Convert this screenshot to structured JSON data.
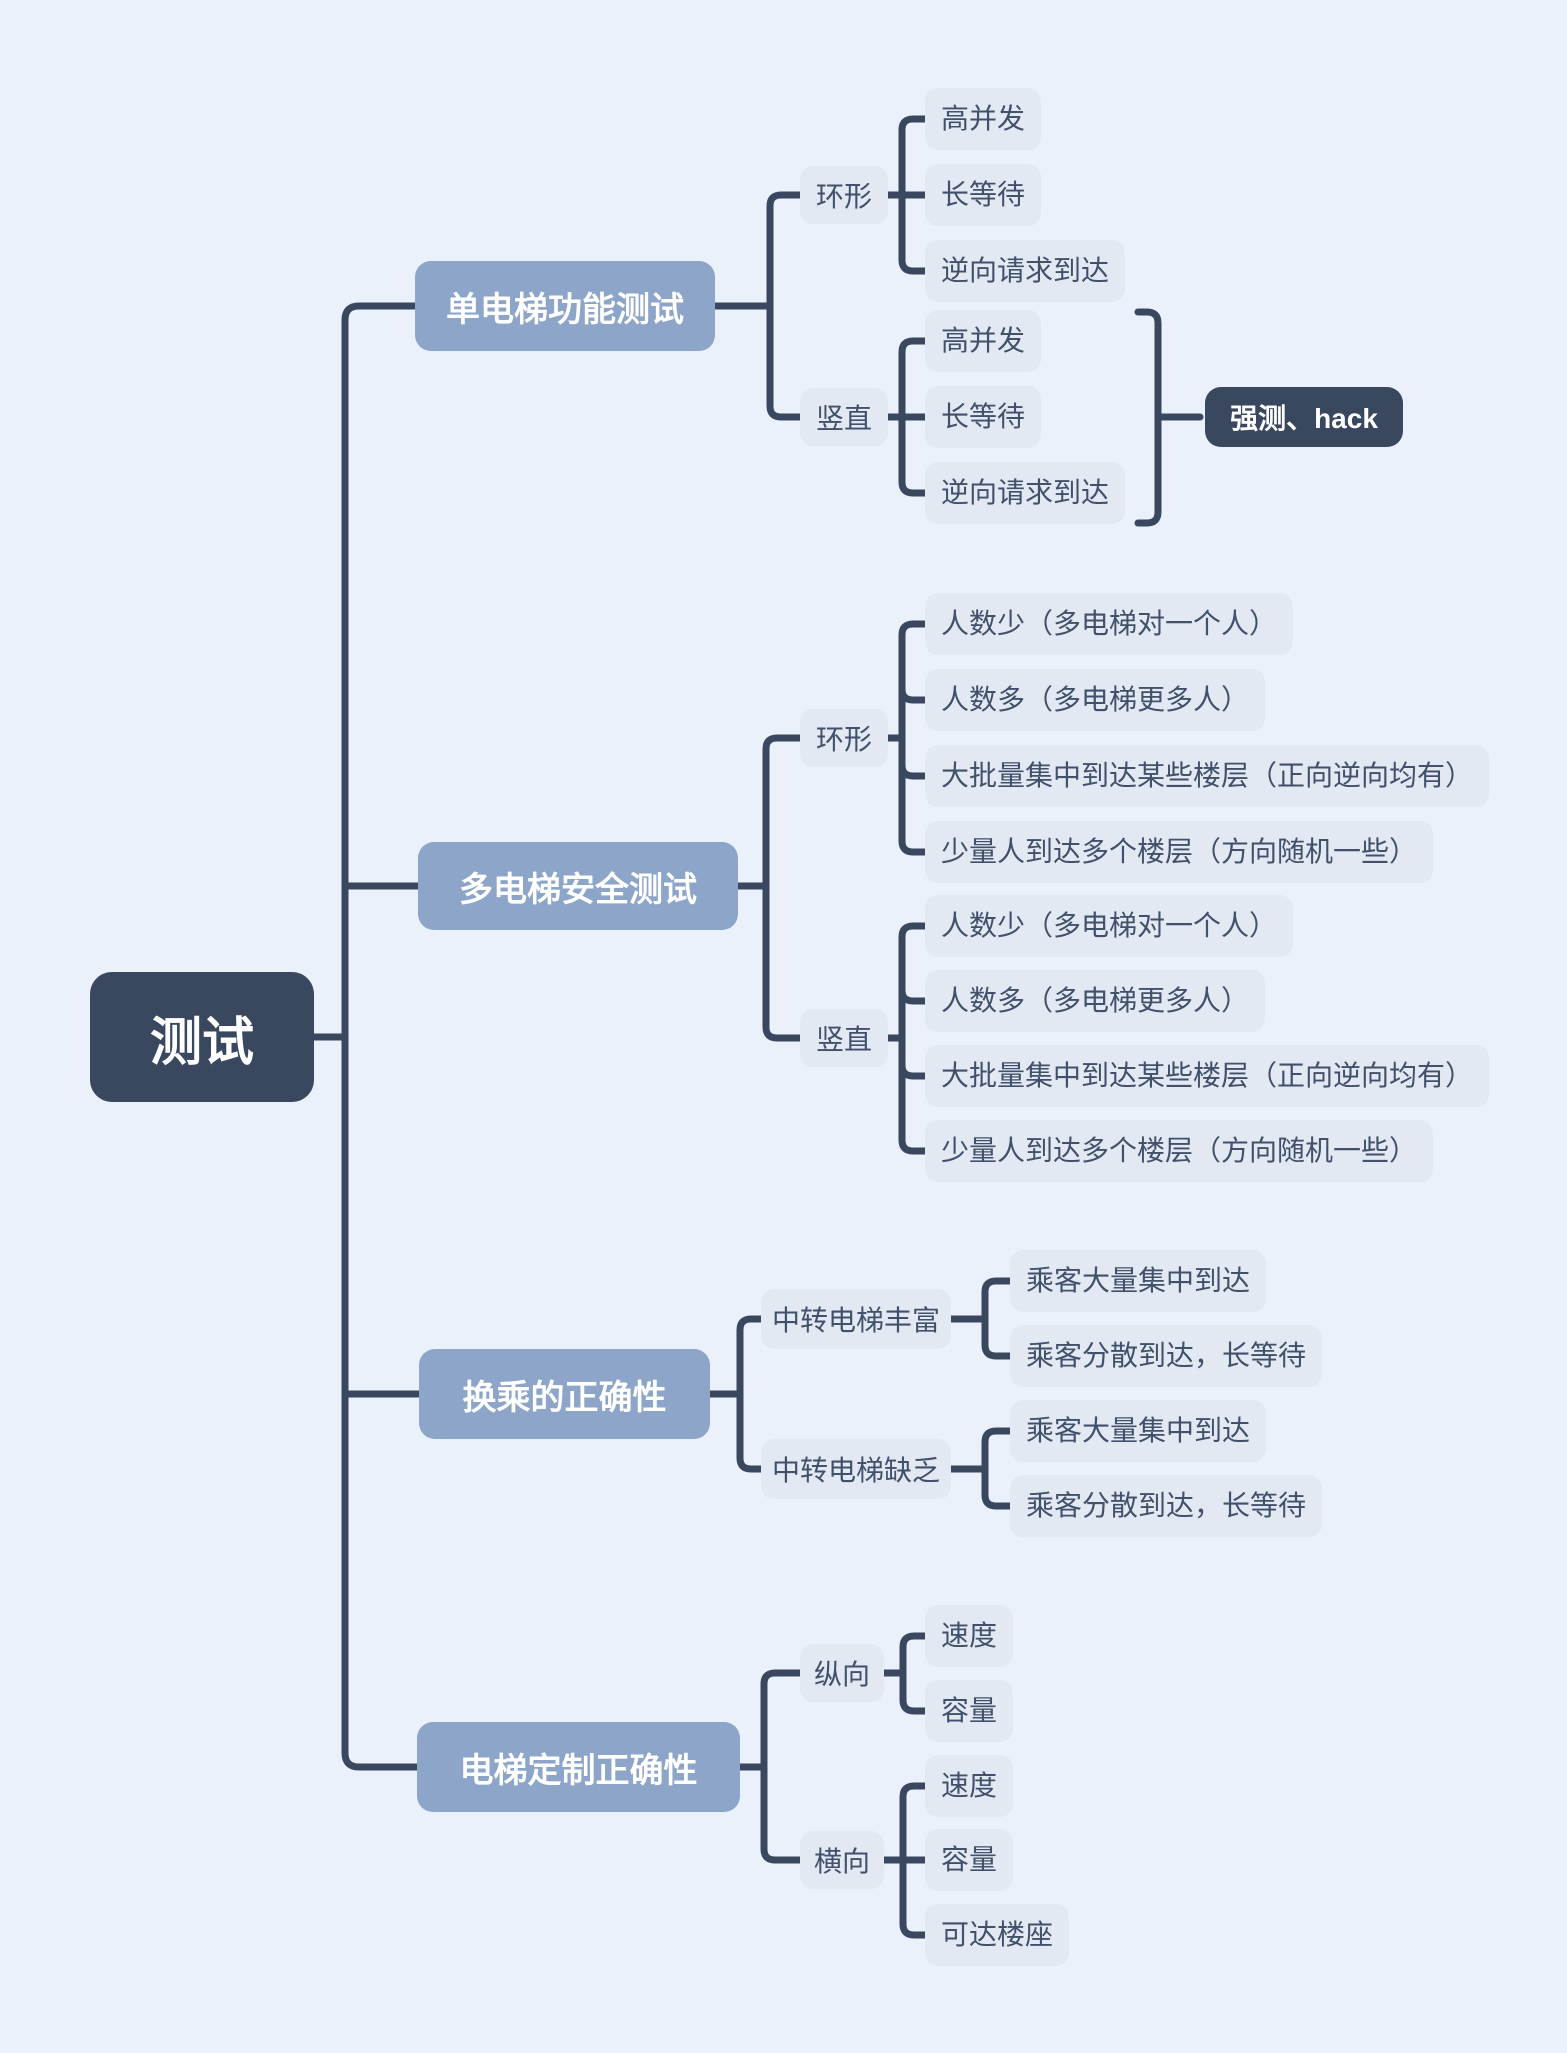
{
  "root": {
    "label": "测试"
  },
  "branches": [
    {
      "label": "单电梯功能测试",
      "children": [
        {
          "label": "环形",
          "children": [
            {
              "label": "高并发"
            },
            {
              "label": "长等待"
            },
            {
              "label": "逆向请求到达"
            }
          ]
        },
        {
          "label": "竖直",
          "children": [
            {
              "label": "高并发"
            },
            {
              "label": "长等待"
            },
            {
              "label": "逆向请求到达"
            }
          ],
          "summary": {
            "label": "强测、hack"
          }
        }
      ]
    },
    {
      "label": "多电梯安全测试",
      "children": [
        {
          "label": "环形",
          "children": [
            {
              "label": "人数少（多电梯对一个人）"
            },
            {
              "label": "人数多（多电梯更多人）"
            },
            {
              "label": "大批量集中到达某些楼层（正向逆向均有）"
            },
            {
              "label": "少量人到达多个楼层（方向随机一些）"
            }
          ]
        },
        {
          "label": "竖直",
          "children": [
            {
              "label": "人数少（多电梯对一个人）"
            },
            {
              "label": "人数多（多电梯更多人）"
            },
            {
              "label": "大批量集中到达某些楼层（正向逆向均有）"
            },
            {
              "label": "少量人到达多个楼层（方向随机一些）"
            }
          ]
        }
      ]
    },
    {
      "label": "换乘的正确性",
      "children": [
        {
          "label": "中转电梯丰富",
          "children": [
            {
              "label": "乘客大量集中到达"
            },
            {
              "label": "乘客分散到达，长等待"
            }
          ]
        },
        {
          "label": "中转电梯缺乏",
          "children": [
            {
              "label": "乘客大量集中到达"
            },
            {
              "label": "乘客分散到达，长等待"
            }
          ]
        }
      ]
    },
    {
      "label": "电梯定制正确性",
      "children": [
        {
          "label": "纵向",
          "children": [
            {
              "label": "速度"
            },
            {
              "label": "容量"
            }
          ]
        },
        {
          "label": "横向",
          "children": [
            {
              "label": "速度"
            },
            {
              "label": "容量"
            },
            {
              "label": "可达楼座"
            }
          ]
        }
      ]
    }
  ],
  "palette": {
    "background": "#EAF1FA",
    "node_dark": "#39475F",
    "node_blue": "#8CA5C9",
    "node_light": "#E3E9F2",
    "text_light": "#FFFFFF",
    "text_dark": "#41506B",
    "connector": "#39475F"
  }
}
